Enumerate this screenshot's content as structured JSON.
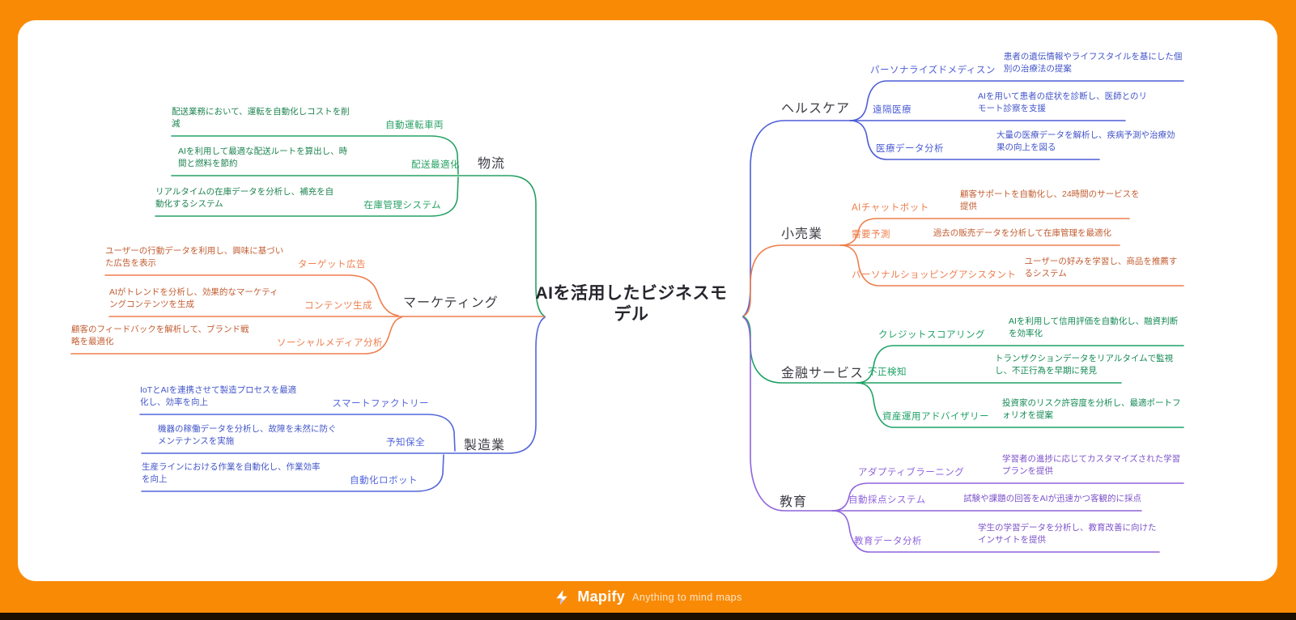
{
  "app": {
    "watermark_brand": "Mapify",
    "watermark_tagline": "Anything to mind maps"
  },
  "colors": {
    "frame_orange": "#F98A06",
    "card_white": "#FFFFFF",
    "central_text": "#26262E",
    "branch_label_text": "#3C3C44",
    "bottom_strip": "#1B0F02"
  },
  "mindmap": {
    "central": "AIを活用したビジネスモデル",
    "branches": [
      {
        "id": "logistics",
        "label": "物流",
        "side": "left",
        "color": "#27A163",
        "text_color": "#1E8450",
        "children": [
          {
            "topic": "自動運転車両",
            "desc": "配送業務において、運転を自動化しコストを削減"
          },
          {
            "topic": "配送最適化",
            "desc": "AIを利用して最適な配送ルートを算出し、時間と燃料を節約"
          },
          {
            "topic": "在庫管理システム",
            "desc": "リアルタイムの在庫データを分析し、補充を自動化するシステム"
          }
        ]
      },
      {
        "id": "marketing",
        "label": "マーケティング",
        "side": "left",
        "color": "#EE7E4D",
        "text_color": "#C25E33",
        "children": [
          {
            "topic": "ターゲット広告",
            "desc": "ユーザーの行動データを利用し、興味に基づいた広告を表示"
          },
          {
            "topic": "コンテンツ生成",
            "desc": "AIがトレンドを分析し、効果的なマーケティングコンテンツを生成"
          },
          {
            "topic": "ソーシャルメディア分析",
            "desc": "顧客のフィードバックを解析して、ブランド戦略を最適化"
          }
        ]
      },
      {
        "id": "manufacturing",
        "label": "製造業",
        "side": "left",
        "color": "#5266DB",
        "text_color": "#4356C8",
        "children": [
          {
            "topic": "スマートファクトリー",
            "desc": "IoTとAIを連携させて製造プロセスを最適化し、効率を向上"
          },
          {
            "topic": "予知保全",
            "desc": "機器の稼働データを分析し、故障を未然に防ぐメンテナンスを実施"
          },
          {
            "topic": "自動化ロボット",
            "desc": "生産ラインにおける作業を自動化し、作業効率を向上"
          }
        ]
      },
      {
        "id": "healthcare",
        "label": "ヘルスケア",
        "side": "right",
        "color": "#4D5ED6",
        "text_color": "#4355C9",
        "children": [
          {
            "topic": "パーソナライズドメディスン",
            "desc": "患者の遺伝情報やライフスタイルを基にした個別の治療法の提案"
          },
          {
            "topic": "遠隔医療",
            "desc": "AIを用いて患者の症状を診断し、医師とのリモート診察を支援"
          },
          {
            "topic": "医療データ分析",
            "desc": "大量の医療データを解析し、疾病予測や治療効果の向上を図る"
          }
        ]
      },
      {
        "id": "retail",
        "label": "小売業",
        "side": "right",
        "color": "#EE7E4D",
        "text_color": "#C25E33",
        "children": [
          {
            "topic": "AIチャットボット",
            "desc": "顧客サポートを自動化し、24時間のサービスを提供"
          },
          {
            "topic": "需要予測",
            "desc": "過去の販売データを分析して在庫管理を最適化"
          },
          {
            "topic": "パーソナルショッピングアシスタント",
            "desc": "ユーザーの好みを学習し、商品を推薦するシステム"
          }
        ]
      },
      {
        "id": "finance",
        "label": "金融サービス",
        "side": "right",
        "color": "#1FA266",
        "text_color": "#158A55",
        "children": [
          {
            "topic": "クレジットスコアリング",
            "desc": "AIを利用して信用評価を自動化し、融資判断を効率化"
          },
          {
            "topic": "不正検知",
            "desc": "トランザクションデータをリアルタイムで監視し、不正行為を早期に発見"
          },
          {
            "topic": "資産運用アドバイザリー",
            "desc": "投資家のリスク許容度を分析し、最適ポートフォリオを提案"
          }
        ]
      },
      {
        "id": "education",
        "label": "教育",
        "side": "right",
        "color": "#8F64DC",
        "text_color": "#7C52C9",
        "children": [
          {
            "topic": "アダプティブラーニング",
            "desc": "学習者の進捗に応じてカスタマイズされた学習プランを提供"
          },
          {
            "topic": "自動採点システム",
            "desc": "試験や課題の回答をAIが迅速かつ客観的に採点"
          },
          {
            "topic": "教育データ分析",
            "desc": "学生の学習データを分析し、教育改善に向けたインサイトを提供"
          }
        ]
      }
    ]
  }
}
